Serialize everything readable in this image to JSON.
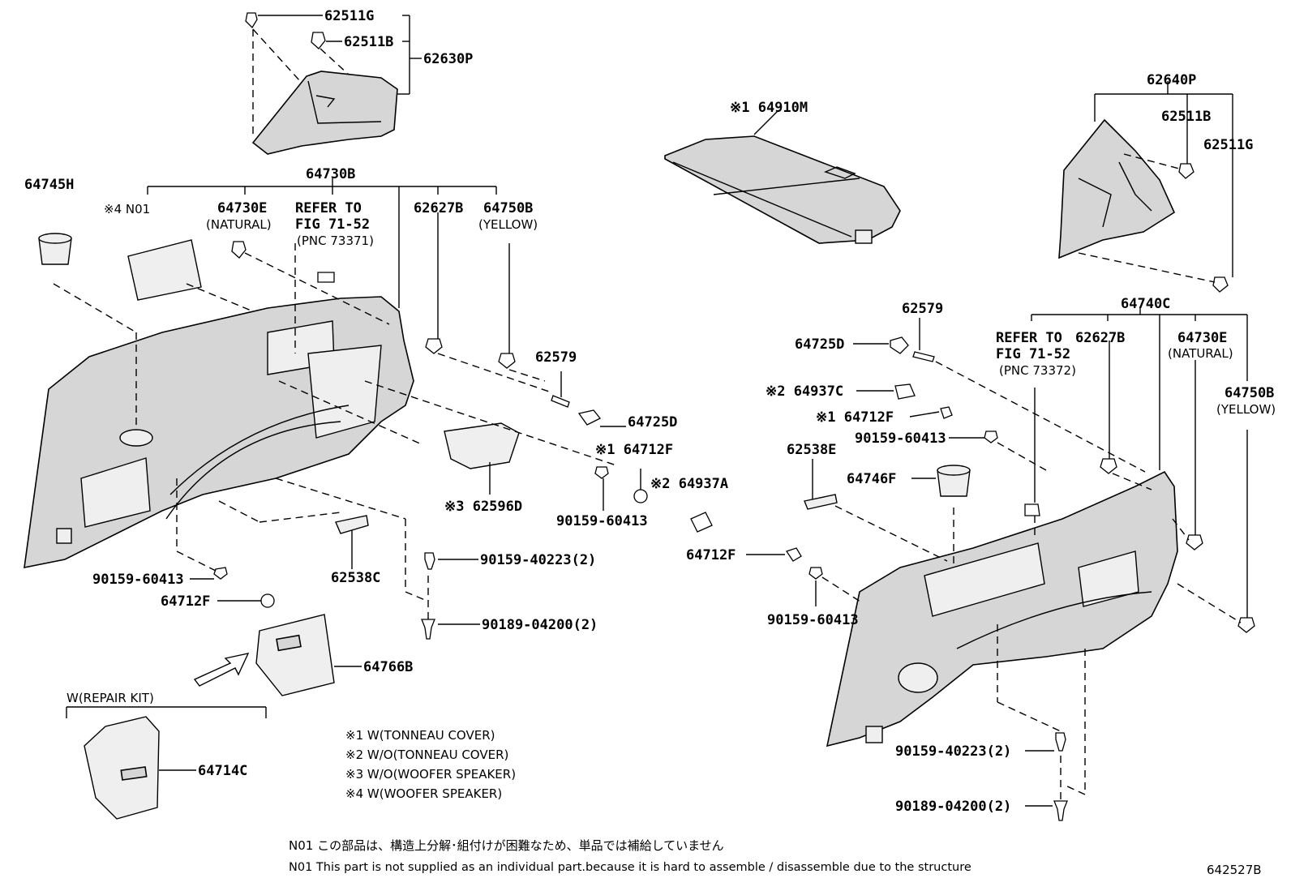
{
  "labels": {
    "p62511G_top": "62511G",
    "p62511B_top": "62511B",
    "p62630P": "62630P",
    "p64910M": "※1 64910M",
    "p62640P": "62640P",
    "p62511B_right": "62511B",
    "p62511G_right": "62511G",
    "p64745H": "64745H",
    "p64730B": "64730B",
    "p64730E_left": "64730E",
    "natural_left": "(NATURAL)",
    "note4_n01": "※4 N01",
    "refer_left_1": "REFER TO",
    "refer_left_2": "FIG 71-52",
    "refer_left_3": "(PNC 73371)",
    "p62627B_left": "62627B",
    "p64750B_left": "64750B",
    "yellow_left": "(YELLOW)",
    "p62579_left": "62579",
    "p64725D_left": "64725D",
    "p64712F_note1_left": "※1 64712F",
    "p64937A": "※2 64937A",
    "p62596D": "※3 62596D",
    "p90159_60413_mid": "90159-60413",
    "p90159_40223_left": "90159-40223(2)",
    "p90189_04200_left": "90189-04200(2)",
    "p62538C": "62538C",
    "p90159_60413_left": "90159-60413",
    "p64712F_left": "64712F",
    "p64766B": "64766B",
    "repair_kit": "W(REPAIR KIT)",
    "p64714C": "64714C",
    "p62579_right": "62579",
    "p64740C": "64740C",
    "p64725D_right": "64725D",
    "refer_right_1": "REFER TO",
    "refer_right_2": "FIG 71-52",
    "refer_right_3": "(PNC 73372)",
    "p62627B_right": "62627B",
    "p64730E_right": "64730E",
    "natural_right": "(NATURAL)",
    "p64750B_right": "64750B",
    "yellow_right": "(YELLOW)",
    "p64937C": "※2 64937C",
    "p64712F_note1_right": "※1 64712F",
    "p90159_60413_r1": "90159-60413",
    "p62538E": "62538E",
    "p64746F": "64746F",
    "p64712F_right": "64712F",
    "p90159_60413_r2": "90159-60413",
    "p90159_40223_right": "90159-40223(2)",
    "p90189_04200_right": "90189-04200(2)"
  },
  "legend": [
    "※1  W(TONNEAU COVER)",
    "※2  W/O(TONNEAU COVER)",
    "※3  W/O(WOOFER SPEAKER)",
    "※4  W(WOOFER SPEAKER)"
  ],
  "footnotes": {
    "n01_jp": "N01 この部品は、構造上分解･組付けが困難なため、単品では補給していません",
    "n01_en": "N01 This part is not supplied as an individual part.because it is hard to assemble / disassemble due to the structure"
  },
  "diagram_id": "642527B"
}
